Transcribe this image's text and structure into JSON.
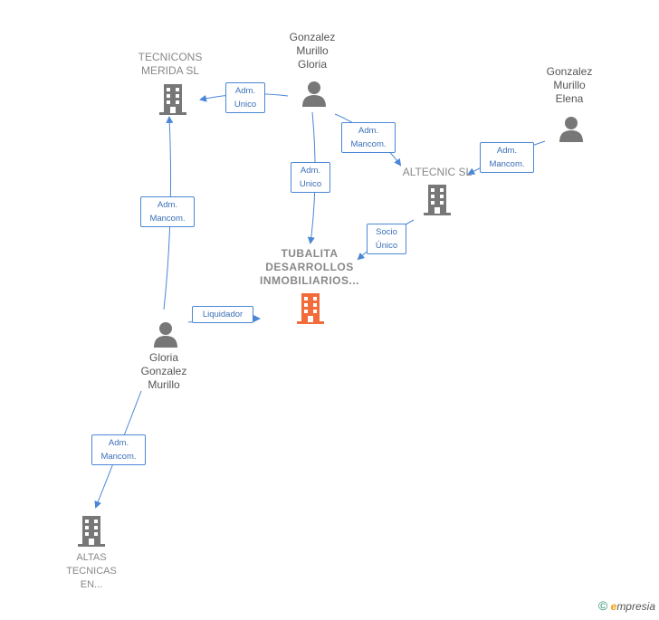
{
  "nodes": {
    "tecnicons": {
      "label_lines": [
        "TECNICONS",
        "MERIDA SL"
      ],
      "type": "company"
    },
    "gonzalez_gloria": {
      "label_lines": [
        "Gonzalez",
        "Murillo",
        "Gloria"
      ],
      "type": "person"
    },
    "gonzalez_elena": {
      "label_lines": [
        "Gonzalez",
        "Murillo",
        "Elena"
      ],
      "type": "person"
    },
    "altecnic": {
      "label_lines": [
        "ALTECNIC SL"
      ],
      "type": "company"
    },
    "tubalita": {
      "label_lines": [
        "TUBALITA",
        "DESARROLLOS",
        "INMOBILIARIOS..."
      ],
      "type": "main-company"
    },
    "gloria_gonzalez": {
      "label_lines": [
        "Gloria",
        "Gonzalez",
        "Murillo"
      ],
      "type": "person"
    },
    "altas": {
      "label_lines": [
        "ALTAS",
        "TECNICAS",
        "EN..."
      ],
      "type": "company"
    }
  },
  "edges": {
    "e1": {
      "label_lines": [
        "Adm.",
        "Unico"
      ]
    },
    "e2": {
      "label_lines": [
        "Adm.",
        "Mancom."
      ]
    },
    "e3": {
      "label_lines": [
        "Adm.",
        "Unico"
      ]
    },
    "e4": {
      "label_lines": [
        "Adm.",
        "Mancom."
      ]
    },
    "e5": {
      "label_lines": [
        "Socio",
        "Único"
      ]
    },
    "e6": {
      "label_lines": [
        "Adm.",
        "Mancom."
      ]
    },
    "e7": {
      "label_lines": [
        "Liquidador"
      ]
    },
    "e8": {
      "label_lines": [
        "Adm.",
        "Mancom."
      ]
    }
  },
  "colors": {
    "edge": "#4a87d6",
    "icon": "#777777",
    "main_icon": "#f26b3a"
  },
  "footer": {
    "copyright": "©",
    "brand_initial": "e",
    "brand_rest": "mpresia"
  }
}
